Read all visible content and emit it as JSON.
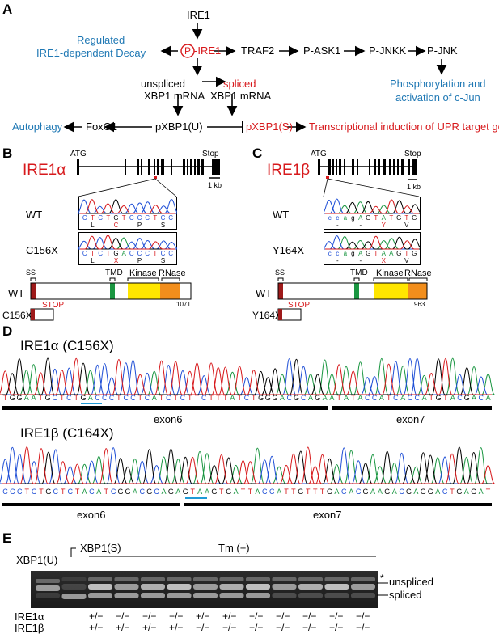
{
  "panels": {
    "a": "A",
    "b": "B",
    "c": "C",
    "d": "D",
    "e": "E"
  },
  "pathway": {
    "ire1": "IRE1",
    "p_ire1": "-IRE1",
    "p_circle": "P",
    "ridd_line1": "Regulated",
    "ridd_line2": "IRE1-dependent  Decay",
    "traf2": "TRAF2",
    "pask1": "P-ASK1",
    "pjnkk": "P-JNKK",
    "pjnk": "P-JNK",
    "cjun_line1": "Phosphorylation and",
    "cjun_line2": "activation of c-Jun",
    "unspliced_line1": "unspliced",
    "unspliced_line2": "XBP1 mRNA",
    "spliced_line1": "spliced",
    "spliced_line2": "XBP1 mRNA",
    "autophagy": "Autophagy",
    "foxo1": "FoxO1",
    "pxbp1u": "pXBP1(U)",
    "pxbp1s": "pXBP1(S)",
    "upr": "Transcriptional induction of UPR target genes"
  },
  "panel_b": {
    "gene": "IRE1α",
    "atg": "ATG",
    "stop": "Stop",
    "scale": "1 kb",
    "wt": "WT",
    "mut": "C156X",
    "wt_bases": [
      "C",
      "T",
      "C",
      "T",
      "G",
      "T",
      "C",
      "C",
      "C",
      "T",
      "C",
      "C"
    ],
    "wt_aa": [
      "L",
      "C",
      "P",
      "S"
    ],
    "mut_bases": [
      "C",
      "T",
      "C",
      "T",
      "G",
      "A",
      "C",
      "C",
      "C",
      "T",
      "C",
      "C"
    ],
    "mut_aa": [
      "L",
      "X",
      "P",
      "S"
    ],
    "domains": {
      "ss": "SS",
      "tmd": "TMD",
      "kinase": "Kinase",
      "rnase": "RNase"
    },
    "length": "1071",
    "stop_label": "STOP"
  },
  "panel_c": {
    "gene": "IRE1β",
    "atg": "ATG",
    "stop": "Stop",
    "scale": "1 kb",
    "wt": "WT",
    "mut": "Y164X",
    "wt_bases": [
      "c",
      "c",
      "a",
      "g",
      "A",
      "G",
      "T",
      "A",
      "T",
      "G",
      "T",
      "G"
    ],
    "wt_aa": [
      "-",
      "-",
      "Y",
      "V"
    ],
    "mut_bases": [
      "c",
      "c",
      "a",
      "g",
      "A",
      "G",
      "T",
      "A",
      "A",
      "G",
      "T",
      "G"
    ],
    "mut_aa": [
      "-",
      "-",
      "X",
      "V"
    ],
    "domains": {
      "ss": "SS",
      "tmd": "TMD",
      "kinase": "Kinase",
      "rnase": "RNase"
    },
    "length": "963",
    "stop_label": "STOP"
  },
  "panel_d": {
    "track1_title": "IRE1α (C156X)",
    "track1_seq": "TGGAATGCTCTGACCCTCCTCATCTCTTCTTTATCTGGGACGCAGAATATACCATCACCATGTACGACA",
    "track1_exon_a": "exon6",
    "track1_exon_b": "exon7",
    "track2_title": "IRE1β (C164X)",
    "track2_seq": "CCCTCTGCTCTACATCGGACGCAGAGTAAGTGATTACCATTGTTTGACACGAAGACGAGGACTGAGAT",
    "track2_exon_a": "exon6",
    "track2_exon_b": "exon7"
  },
  "panel_e": {
    "xbp1u": "XBP1(U)",
    "xbp1s": "XBP1(S)",
    "tm": "Tm (+)",
    "star": "*",
    "unspliced": "unspliced",
    "spliced": "spliced",
    "ire1a_label": "IRE1α",
    "ire1b_label": "IRE1β",
    "ire1a": [
      "+/−",
      "−/−",
      "−/−",
      "−/−",
      "+/−",
      "+/−",
      "+/−",
      "−/−",
      "−/−",
      "−/−",
      "−/−"
    ],
    "ire1b": [
      "+/−",
      "+/−",
      "+/−",
      "+/−",
      "−/−",
      "−/−",
      "−/−",
      "−/−",
      "−/−",
      "−/−",
      "−/−"
    ]
  },
  "colors": {
    "blue": "#1f78b4",
    "red": "#d7191c",
    "tmd": "#1a9641",
    "kinase": "#ffe600",
    "rnase": "#f28e1c",
    "ss": "#9e1a1a"
  }
}
